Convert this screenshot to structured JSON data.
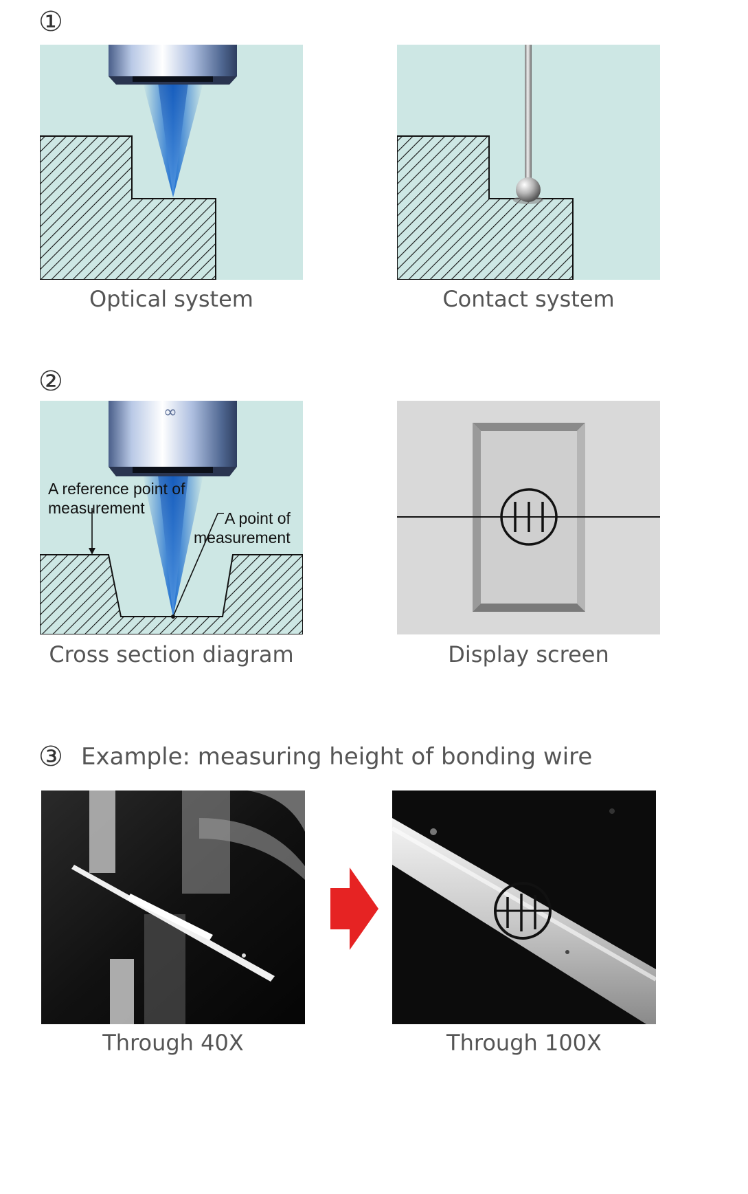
{
  "section1": {
    "number": "①",
    "left_caption": "Optical system",
    "right_caption": "Contact system"
  },
  "section2": {
    "number": "②",
    "infinity_mark": "∞",
    "reference_label_line1": "A reference point of",
    "reference_label_line2": "measurement",
    "point_label_line1": "A point of",
    "point_label_line2": "measurement",
    "left_caption": "Cross section diagram",
    "right_caption": "Display screen"
  },
  "section3": {
    "number": "③",
    "heading": "Example: measuring height of bonding wire",
    "left_caption": "Through 40X",
    "right_caption": "Through 100X"
  },
  "colors": {
    "background_cyan": "#cde7e4",
    "display_gray": "#d9d9d9",
    "beam_blue": "#1e6fd0",
    "arrow_red": "#e62323"
  },
  "icons": [
    "lens-objective-icon",
    "probe-stylus-icon",
    "crosshair-reticle-icon",
    "red-arrow-icon"
  ]
}
